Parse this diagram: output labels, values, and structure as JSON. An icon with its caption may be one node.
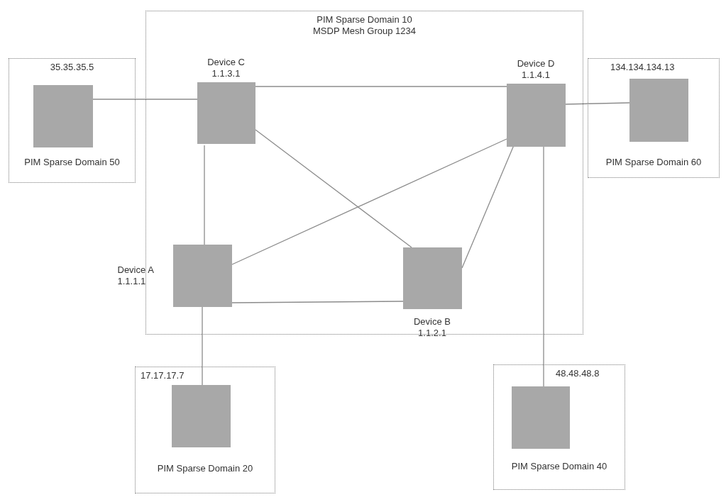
{
  "diagram": {
    "nodes": [
      {
        "text": [
          "PIM Sparse Domain 10",
          "MSDP Mesh Group 1234"
        ]
      },
      {
        "text": [
          "Device C",
          "1.1.3.1"
        ],
        "in": 0
      },
      {
        "text": [
          "Device D",
          "1.1.4.1"
        ],
        "in": 0
      },
      {
        "text": [
          "Device A",
          "1.1.1.1"
        ],
        "in": 0
      },
      {
        "text": [
          "Device B",
          "1.1.2.1"
        ],
        "in": 0
      },
      {
        "text": [
          "35.35.35.5",
          "PIM Sparse Domain 50"
        ]
      },
      {
        "text": [],
        "shape": "box",
        "in": 5
      },
      {
        "text": [
          "134.134.134.13",
          "PIM Sparse Domain 60"
        ]
      },
      {
        "text": [],
        "shape": "box",
        "in": 7
      },
      {
        "text": [
          "17.17.17.7",
          "PIM Sparse Domain 20"
        ]
      },
      {
        "text": [],
        "shape": "box",
        "in": 9
      },
      {
        "text": [
          "48.48.48.8",
          "PIM Sparse Domain 40"
        ]
      },
      {
        "text": [],
        "shape": "box",
        "in": 11
      }
    ],
    "edges": [
      {
        "from": 6,
        "to": 1,
        "arrow": "none"
      },
      {
        "from": 1,
        "to": 2,
        "arrow": "none"
      },
      {
        "from": 1,
        "to": 3,
        "arrow": "none"
      },
      {
        "from": 1,
        "to": 4,
        "arrow": "none"
      },
      {
        "from": 2,
        "to": 3,
        "arrow": "none"
      },
      {
        "from": 2,
        "to": 4,
        "arrow": "none"
      },
      {
        "from": 3,
        "to": 4,
        "arrow": "none"
      },
      {
        "from": 2,
        "to": 8,
        "arrow": "none"
      },
      {
        "from": 3,
        "to": 10,
        "arrow": "none"
      },
      {
        "from": 2,
        "to": 12,
        "arrow": "none"
      }
    ]
  }
}
